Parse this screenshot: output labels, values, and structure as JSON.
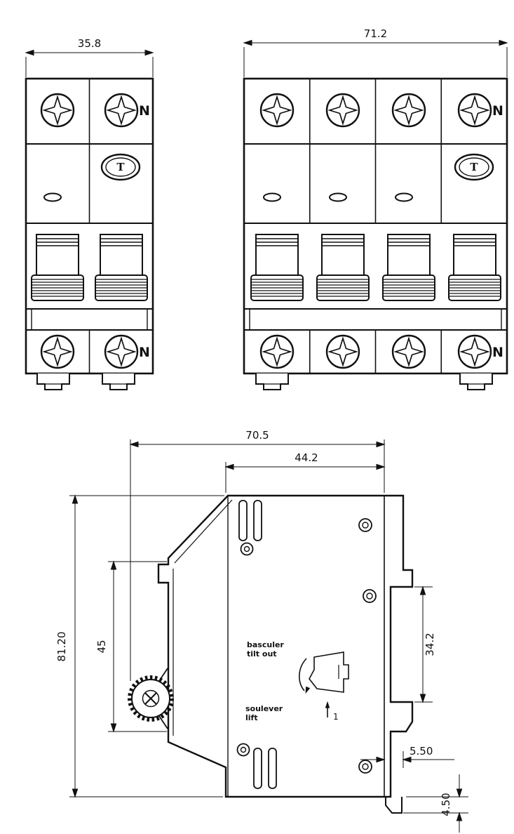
{
  "style": {
    "ink": "#111111",
    "background": "#ffffff"
  },
  "front_2p": {
    "dim_width": "35.8",
    "n_top": "N",
    "n_bottom": "N",
    "test_label": "T"
  },
  "front_4p": {
    "dim_width": "71.2",
    "n_top": "N",
    "n_bottom": "N",
    "test_label": "T"
  },
  "side": {
    "dim_total_depth": "70.5",
    "dim_body_depth": "44.2",
    "dim_height": "81.20",
    "dim_front_height": "45",
    "dim_rail_span": "34.2",
    "dim_clip_width": "5.50",
    "dim_clip_height": "4.50",
    "label_tilt_fr": "basculer",
    "label_tilt_en": "tilt out",
    "label_lift_fr": "soulever",
    "label_lift_en": "lift",
    "label_step": "1"
  }
}
